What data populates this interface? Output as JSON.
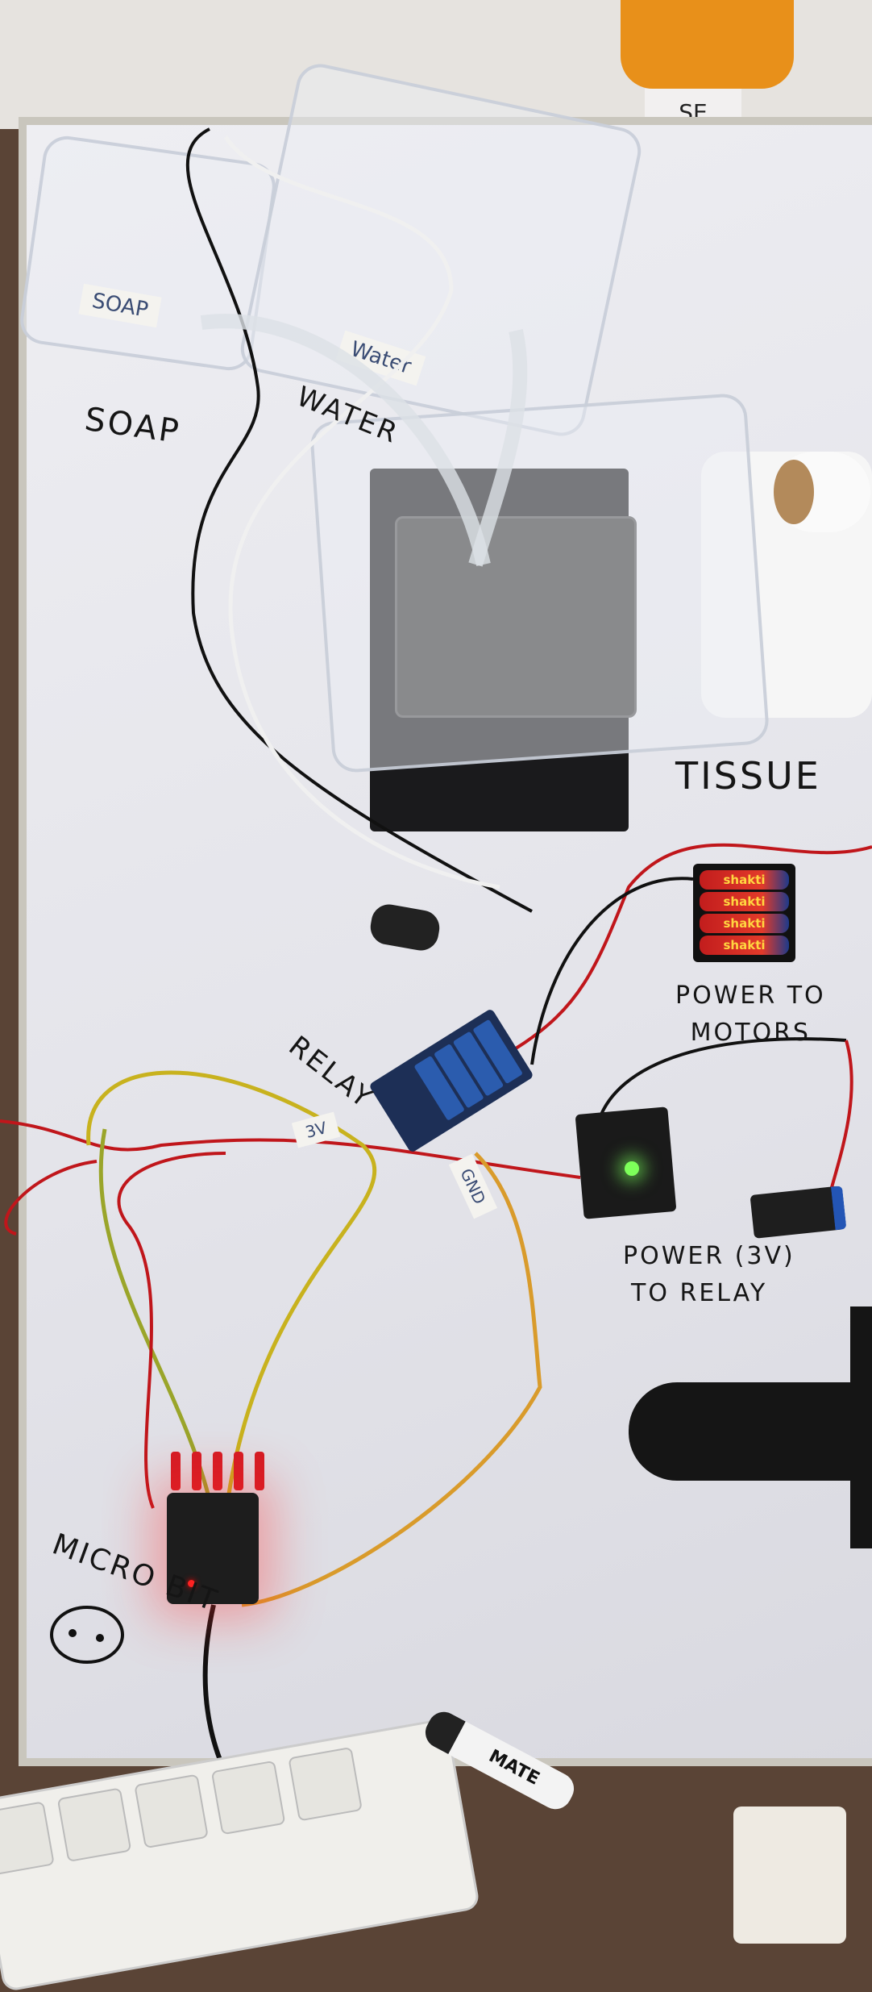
{
  "scene": {
    "description_labels": {
      "soap_tag": "SOAP",
      "water_tag": "Water",
      "soap_handwritten": "SOAP",
      "water_handwritten": "WATER",
      "tissue": "TISSUE",
      "relay": "RELAY",
      "tag_3v": "3V",
      "tag_gnd": "GND",
      "power_motors_line1": "POWER TO",
      "power_motors_line2": "MOTORS",
      "power_relay_line1": "POWER (3V)",
      "power_relay_line2": "TO RELAY",
      "microbit": "MICRO BIT",
      "box_sticker": "SE",
      "battery_brand": "shakti",
      "marker_text": "MATE"
    },
    "colors": {
      "whiteboard": "#e8e8ee",
      "relay_board": "#1d2f56",
      "microbit_led": "#ff2222",
      "psu_led": "#7dff5a",
      "wire_red": "#c0161b",
      "wire_black": "#111111",
      "wire_yellow_green": "#c8b21e"
    }
  }
}
